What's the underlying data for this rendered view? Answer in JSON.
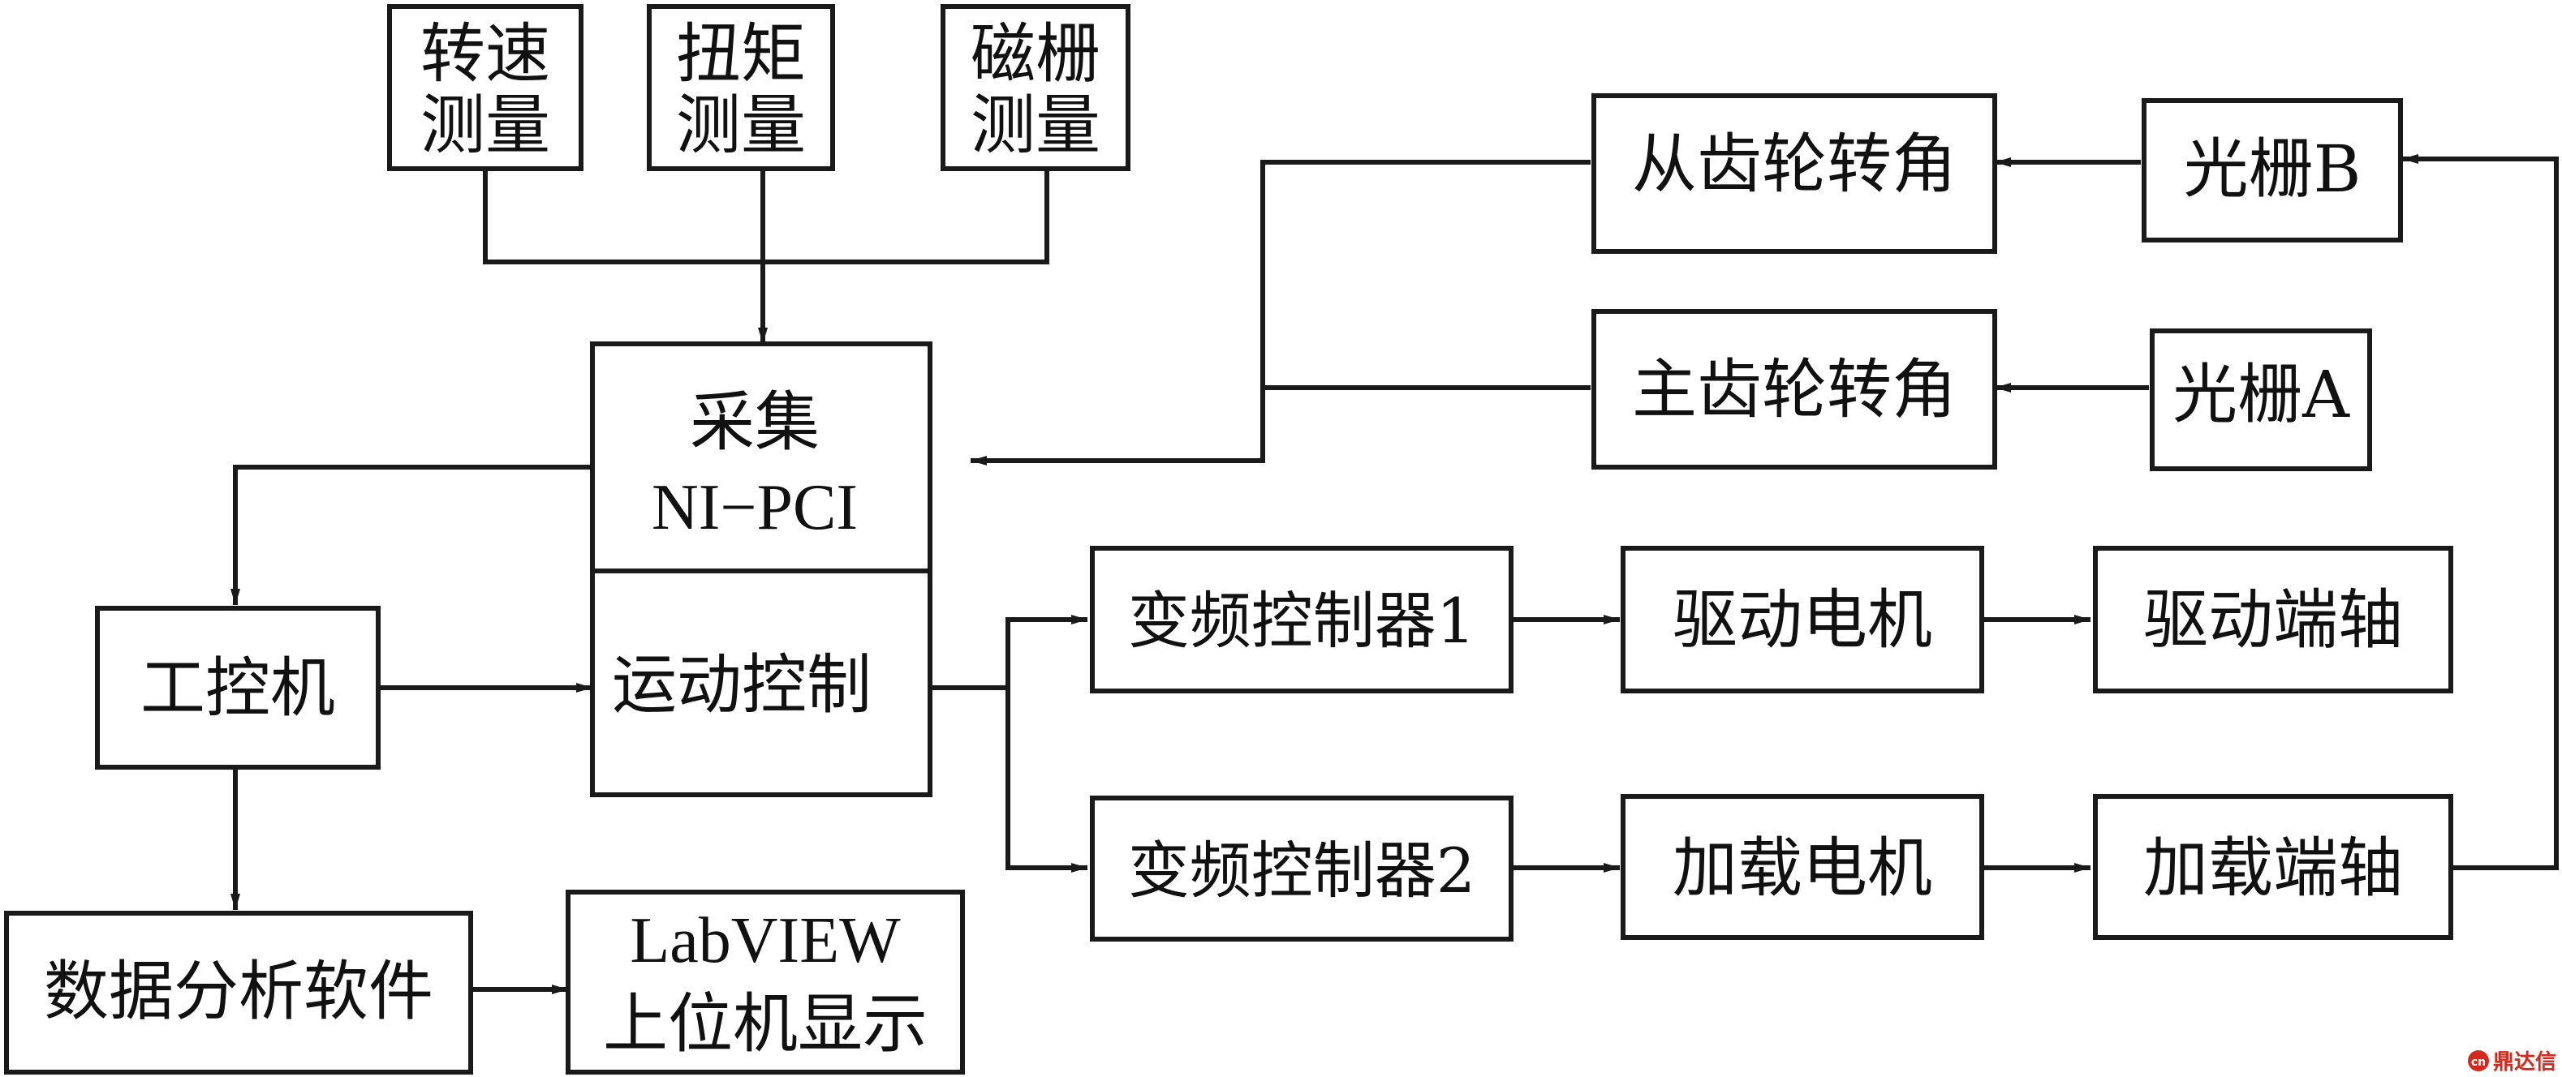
{
  "blocks": {
    "speed": [
      "转速",
      "测量"
    ],
    "torque": [
      "扭矩",
      "测量"
    ],
    "maggrid": [
      "磁栅",
      "测量"
    ],
    "acq": [
      "采集",
      "NI−PCI"
    ],
    "motion": "运动控制",
    "ipc": "工控机",
    "analysis": "数据分析软件",
    "labview": [
      "LabVIEW",
      "上位机显示"
    ],
    "slave_angle": "从齿轮转角",
    "master_angle": "主齿轮转角",
    "grating_b": "光栅B",
    "grating_a": "光栅A",
    "vfd1": "变频控制器1",
    "vfd2": "变频控制器2",
    "drive_motor": "驱动电机",
    "load_motor": "加载电机",
    "drive_shaft": "驱动端轴",
    "load_shaft": "加载端轴"
  },
  "watermark": {
    "text": "鼎达信",
    "badge": "cn",
    "color": "#d42a1e"
  }
}
